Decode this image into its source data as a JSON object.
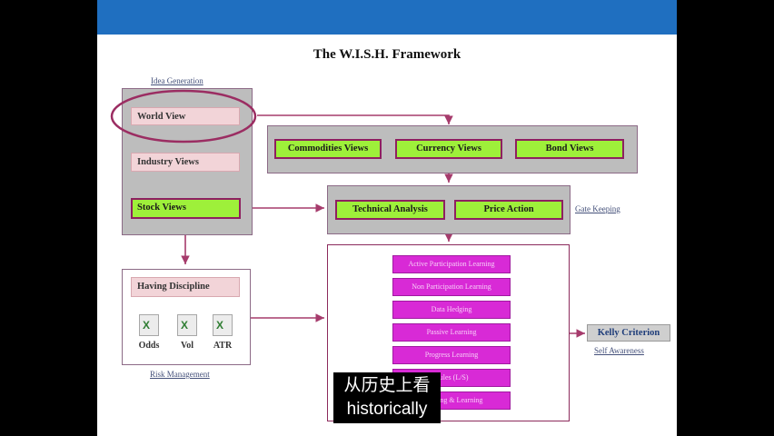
{
  "slide": {
    "title": "The W.I.S.H. Framework",
    "labels": {
      "idea_generation": "Idea Generation",
      "gate_keeping": "Gate Keeping",
      "risk_management": "Risk Management",
      "self_awareness": "Self Awareness"
    },
    "boxes": {
      "world_view": "World View",
      "industry_views": "Industry Views",
      "stock_views": "Stock Views",
      "commodities_views": "Commodities Views",
      "currency_views": "Currency Views",
      "bond_views": "Bond Views",
      "technical_analysis": "Technical Analysis",
      "price_action": "Price Action",
      "having_discipline": "Having Discipline",
      "kelly_criterion": "Kelly Criterion"
    },
    "risk_files": [
      "Odds",
      "Vol",
      "ATR"
    ],
    "self_awareness_items": [
      "Active Participation Learning",
      "Non Participation Learning",
      "Data Hedging",
      "Passive Learning",
      "Progress Learning",
      "Rules (L/S)",
      "Adapting & Learning"
    ]
  },
  "subtitles": {
    "chinese": "从历史上看",
    "english": "historically"
  },
  "colors": {
    "top_bar": "#1f6fc0",
    "green_box": "#9ef03a",
    "magenta_box": "#d82ad6",
    "pink_box": "#f2d4d8",
    "gray_panel": "#bdbdbd",
    "arrow": "#a63b6c"
  }
}
